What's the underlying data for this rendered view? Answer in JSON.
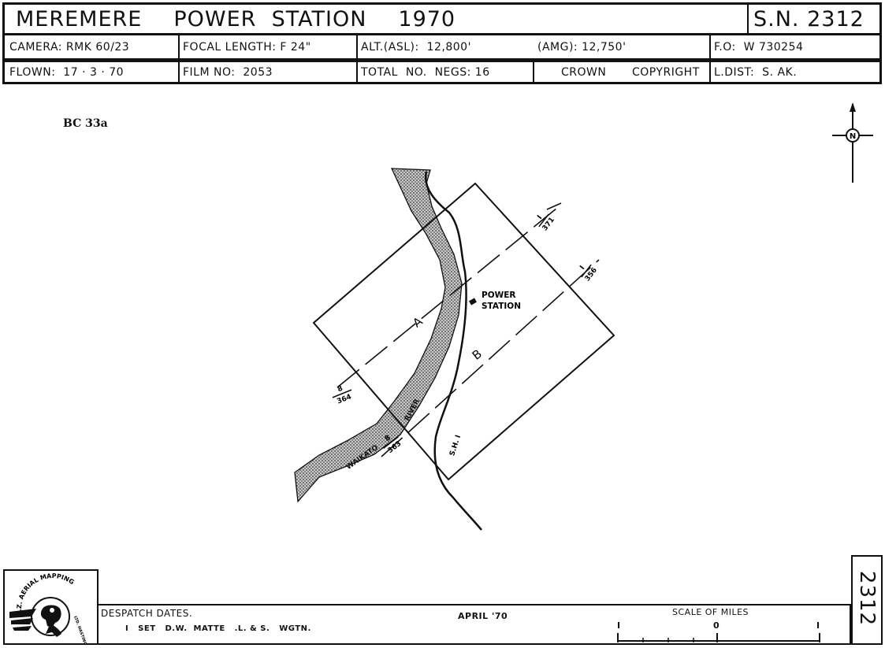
{
  "header": {
    "title_name": "MEREMERE",
    "title_subject": "POWER  STATION",
    "title_year": "1970",
    "sheet_number": "S.N. 2312",
    "camera": "CAMERA:  RMK 60/23",
    "focal_length": "FOCAL LENGTH: F 24\"",
    "altitude_asl": "ALT.(ASL):  12,800'",
    "altitude_amg": "(AMG): 12,750'",
    "fo": "F.O:  W 730254",
    "flown": "FLOWN:  17 · 3 · 70",
    "film_no": "FILM NO:  2053",
    "total_negs": "TOTAL  NO.  NEGS: 16",
    "crown": "CROWN",
    "copyright": "COPYRIGHT",
    "l_dist": "L.DIST:  S. AK."
  },
  "reference_code": "BC 33a",
  "north_label": "N",
  "map": {
    "run_a_label": "A",
    "run_b_label": "B",
    "power_station_line1": "POWER",
    "power_station_line2": "STATION",
    "river_label_1": "WAIKATO",
    "river_label_2": "RIVER",
    "road_label": "S.H. I",
    "photo_marks": [
      {
        "top": "I",
        "bottom": "371"
      },
      {
        "top": "I",
        "bottom": "356"
      },
      {
        "top": "8",
        "bottom": "364"
      },
      {
        "top": "8",
        "bottom": "363"
      }
    ]
  },
  "footer": {
    "logo_text": "N.Z. AERIAL MAPPING",
    "logo_sub": "LTD. HASTINGS",
    "despatch_heading": "DESPATCH  DATES.",
    "despatch_line": "I   SET   D.W.  MATTE   .L. & S.   WGTN.",
    "date": "APRIL  '70",
    "scale_title": "SCALE  OF  MILES",
    "scale_left": "I",
    "scale_zero": "0",
    "scale_right": "I",
    "side_number": "2312"
  }
}
